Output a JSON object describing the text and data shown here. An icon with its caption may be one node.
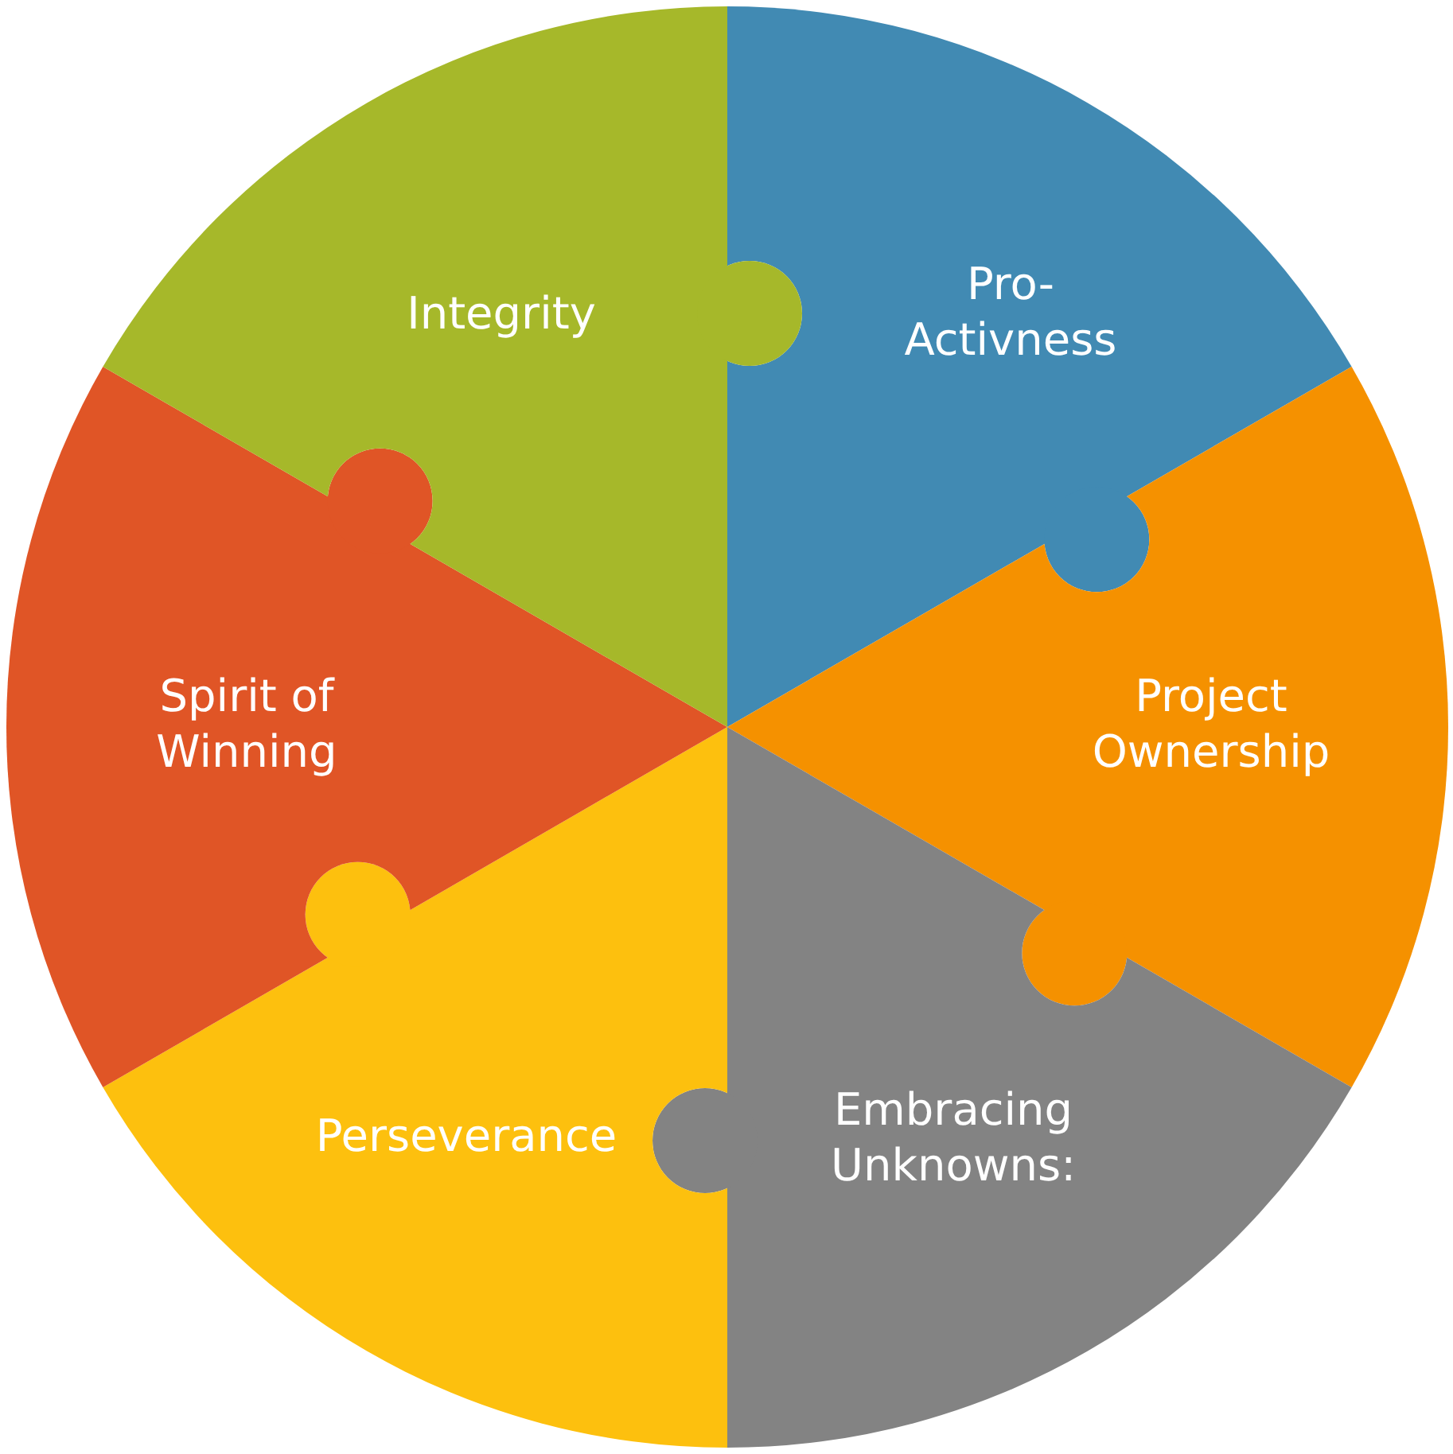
{
  "diagram": {
    "nodes": [
      {
        "text": [
          "Pro-Activness"
        ]
      },
      {
        "text": [
          "Project Ownership"
        ]
      },
      {
        "text": [
          "Embracing Unknowns:"
        ]
      },
      {
        "text": [
          "Perseverance"
        ]
      },
      {
        "text": [
          "Spirit of Winning"
        ]
      },
      {
        "text": [
          "Integrity"
        ]
      }
    ]
  }
}
